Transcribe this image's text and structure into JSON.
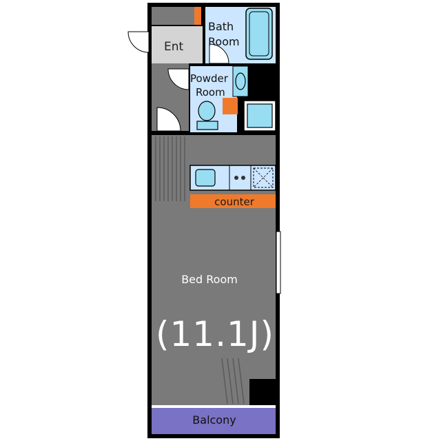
{
  "rooms": {
    "entrance": "Ent",
    "bath_line1": "Bath",
    "bath_line2": "Room",
    "powder_line1": "Powder",
    "powder_line2": "Room",
    "counter": "counter",
    "bedroom": "Bed Room",
    "bedroom_size": "(11.1J)",
    "balcony": "Balcony"
  },
  "colors": {
    "wall": "#000000",
    "floor_dark": "#7a7a7a",
    "floor_light": "#d4d4d4",
    "wet_area": "#cce6ff",
    "fixture": "#99ddf2",
    "counter": "#f07a2c",
    "balcony": "#7a72c4"
  }
}
